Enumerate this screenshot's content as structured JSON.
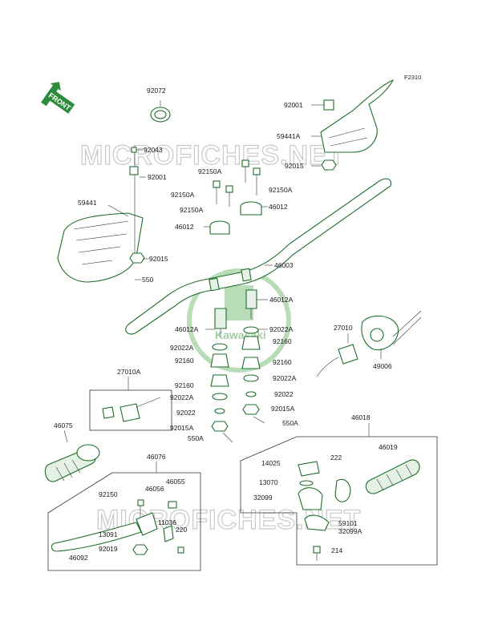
{
  "figure_ref": "F2310",
  "front_badge": "FRONT",
  "watermark": "MICROFICHES.NET",
  "logo_text": "Kawasaki",
  "part_labels": [
    {
      "id": "92072",
      "text": "92072"
    },
    {
      "id": "92043",
      "text": "92043"
    },
    {
      "id": "92001_left",
      "text": "92001"
    },
    {
      "id": "59441",
      "text": "59441"
    },
    {
      "id": "92015_left",
      "text": "92015"
    },
    {
      "id": "550",
      "text": "550"
    },
    {
      "id": "92150A_1",
      "text": "92150A"
    },
    {
      "id": "92150A_2",
      "text": "92150A"
    },
    {
      "id": "92150A_3",
      "text": "92150A"
    },
    {
      "id": "92150A_4",
      "text": "92150A"
    },
    {
      "id": "46012_left",
      "text": "46012"
    },
    {
      "id": "46012_right",
      "text": "46012"
    },
    {
      "id": "92001_right",
      "text": "92001"
    },
    {
      "id": "59441A",
      "text": "59441A"
    },
    {
      "id": "92015_right",
      "text": "92015"
    },
    {
      "id": "46003",
      "text": "46003"
    },
    {
      "id": "46012A_right",
      "text": "46012A"
    },
    {
      "id": "46012A_left",
      "text": "46012A"
    },
    {
      "id": "92022A_r1",
      "text": "92022A"
    },
    {
      "id": "92022A_l1",
      "text": "92022A"
    },
    {
      "id": "92160_r1",
      "text": "92160"
    },
    {
      "id": "92160_l1",
      "text": "92160"
    },
    {
      "id": "92160_r2",
      "text": "92160"
    },
    {
      "id": "92022A_r2",
      "text": "92022A"
    },
    {
      "id": "92160_l2",
      "text": "92160"
    },
    {
      "id": "92022_r",
      "text": "92022"
    },
    {
      "id": "92022A_l2",
      "text": "92022A"
    },
    {
      "id": "92015A_r",
      "text": "92015A"
    },
    {
      "id": "92022_l",
      "text": "92022"
    },
    {
      "id": "550A_r",
      "text": "550A"
    },
    {
      "id": "92015A_l",
      "text": "92015A"
    },
    {
      "id": "550A_l",
      "text": "550A"
    },
    {
      "id": "27010",
      "text": "27010"
    },
    {
      "id": "49006",
      "text": "49006"
    },
    {
      "id": "27010A",
      "text": "27010A"
    },
    {
      "id": "46075",
      "text": "46075"
    },
    {
      "id": "46018",
      "text": "46018"
    },
    {
      "id": "46019",
      "text": "46019"
    },
    {
      "id": "14025",
      "text": "14025"
    },
    {
      "id": "222",
      "text": "222"
    },
    {
      "id": "13070",
      "text": "13070"
    },
    {
      "id": "32099",
      "text": "32099"
    },
    {
      "id": "59101",
      "text": "59101"
    },
    {
      "id": "32099A",
      "text": "32099A"
    },
    {
      "id": "214",
      "text": "214"
    },
    {
      "id": "46076",
      "text": "46076"
    },
    {
      "id": "92150",
      "text": "92150"
    },
    {
      "id": "46056",
      "text": "46056"
    },
    {
      "id": "46055",
      "text": "46055"
    },
    {
      "id": "11036",
      "text": "11036"
    },
    {
      "id": "13091",
      "text": "13091"
    },
    {
      "id": "220",
      "text": "220"
    },
    {
      "id": "92019",
      "text": "92019"
    },
    {
      "id": "46092",
      "text": "46092"
    }
  ]
}
